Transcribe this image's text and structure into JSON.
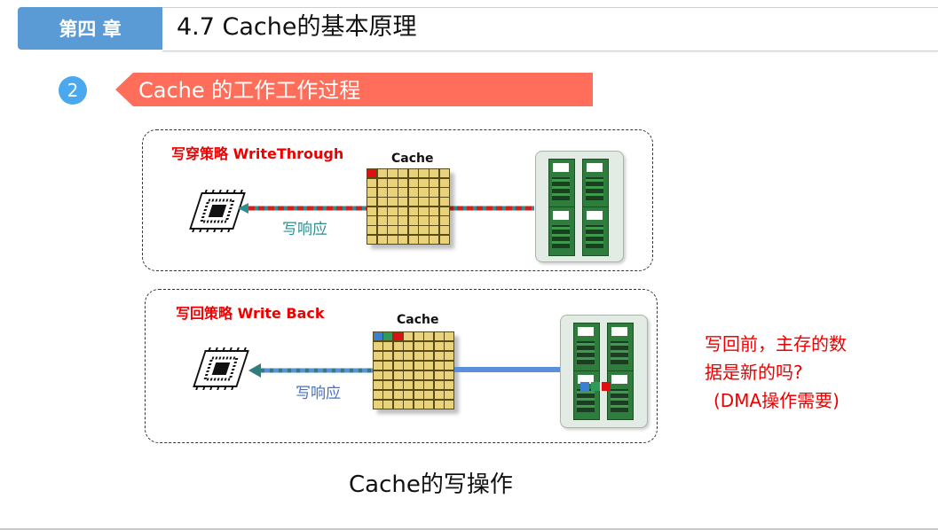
{
  "header": {
    "chapter": "第四 章",
    "title": "4.7 Cache的基本原理"
  },
  "section": {
    "number": "2",
    "title": "Cache 的工作工作过程"
  },
  "write_through": {
    "label": "写穿策略 WriteThrough",
    "cache_label": "Cache",
    "response_label": "写响应"
  },
  "write_back": {
    "label": "写回策略 Write Back",
    "cache_label": "Cache",
    "response_label": "写响应"
  },
  "caption": "Cache的写操作",
  "question": {
    "line1": "写回前，主存的数",
    "line2": "据是新的吗?",
    "line3": "(DMA操作需要)"
  },
  "colors": {
    "chapter_tab": "#5b9bd5",
    "section_banner": "#ff6e5a",
    "policy_text": "#ee0000",
    "wt_bus": [
      "#cc2222",
      "#2f8f8f"
    ],
    "wb_bus": "#5b8fd9",
    "wb_arrow": "#2f7d7d",
    "wt_response_text": "#2f8f8f",
    "wb_response_text": "#4472c4",
    "dirty_cell": "#dd1111",
    "clean_cell_blue": "#3c7fd0",
    "clean_cell_green": "#2f9a5a"
  },
  "icons": [
    "cpu-chip-icon",
    "cache-grid-icon",
    "memory-module-icon"
  ]
}
